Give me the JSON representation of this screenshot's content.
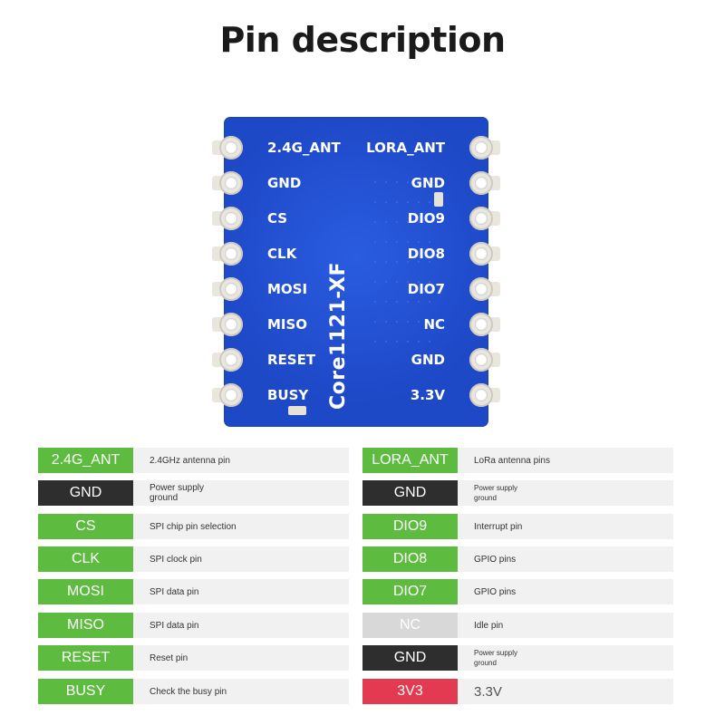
{
  "title": "Pin description",
  "module": {
    "name": "Core1121-XF",
    "left_pins": [
      "2.4G_ANT",
      "GND",
      "CS",
      "CLK",
      "MOSI",
      "MISO",
      "RESET",
      "BUSY"
    ],
    "right_pins": [
      "LORA_ANT",
      "GND",
      "DIO9",
      "DIO8",
      "DIO7",
      "NC",
      "GND",
      "3.3V"
    ]
  },
  "colors": {
    "green": "#5dbb3f",
    "black": "#2e2e2e",
    "grey": "#d8d8d8",
    "red": "#e33a52",
    "board_blue": "#1f4fd0"
  },
  "table": {
    "left": [
      {
        "pin": "2.4G_ANT",
        "desc": "2.4GHz antenna pin",
        "color": "green"
      },
      {
        "pin": "GND",
        "desc": "Power supply ground",
        "color": "black"
      },
      {
        "pin": "CS",
        "desc": "SPI chip pin selection",
        "color": "green"
      },
      {
        "pin": "CLK",
        "desc": "SPI clock pin",
        "color": "green"
      },
      {
        "pin": "MOSI",
        "desc": "SPI data pin",
        "color": "green"
      },
      {
        "pin": "MISO",
        "desc": "SPI data pin",
        "color": "green"
      },
      {
        "pin": "RESET",
        "desc": "Reset pin",
        "color": "green"
      },
      {
        "pin": "BUSY",
        "desc": "Check the busy pin",
        "color": "green"
      }
    ],
    "right": [
      {
        "pin": "LORA_ANT",
        "desc": "LoRa antenna pins",
        "color": "green"
      },
      {
        "pin": "GND",
        "desc": "Power supply ground",
        "color": "black"
      },
      {
        "pin": "DIO9",
        "desc": "Interrupt pin",
        "color": "green"
      },
      {
        "pin": "DIO8",
        "desc": "GPIO pins",
        "color": "green"
      },
      {
        "pin": "DIO7",
        "desc": "GPIO pins",
        "color": "green"
      },
      {
        "pin": "NC",
        "desc": "Idle pin",
        "color": "grey"
      },
      {
        "pin": "GND",
        "desc": "Power supply ground",
        "color": "black"
      },
      {
        "pin": "3V3",
        "desc": "3.3V",
        "color": "red"
      }
    ]
  }
}
